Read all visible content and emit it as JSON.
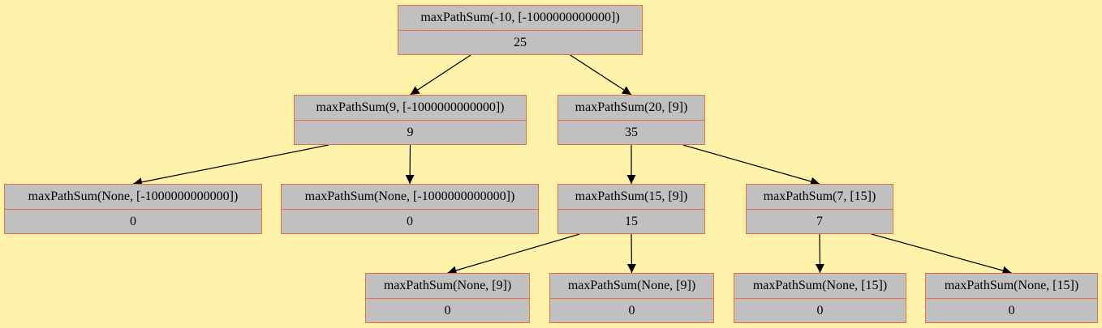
{
  "nodes": [
    {
      "id": "root",
      "label": "maxPathSum(-10, [-1000000000000])",
      "value": "25"
    },
    {
      "id": "n9",
      "label": "maxPathSum(9, [-1000000000000])",
      "value": "9"
    },
    {
      "id": "n20",
      "label": "maxPathSum(20, [9])",
      "value": "35"
    },
    {
      "id": "n9_left_none",
      "label": "maxPathSum(None, [-1000000000000])",
      "value": "0"
    },
    {
      "id": "n9_right_none",
      "label": "maxPathSum(None, [-1000000000000])",
      "value": "0"
    },
    {
      "id": "n15",
      "label": "maxPathSum(15, [9])",
      "value": "15"
    },
    {
      "id": "n7",
      "label": "maxPathSum(7, [15])",
      "value": "7"
    },
    {
      "id": "n15_left_none",
      "label": "maxPathSum(None, [9])",
      "value": "0"
    },
    {
      "id": "n15_right_none",
      "label": "maxPathSum(None, [9])",
      "value": "0"
    },
    {
      "id": "n7_left_none",
      "label": "maxPathSum(None, [15])",
      "value": "0"
    },
    {
      "id": "n7_right_none",
      "label": "maxPathSum(None, [15])",
      "value": "0"
    }
  ],
  "edges": [
    {
      "from": "root",
      "to": "n9"
    },
    {
      "from": "root",
      "to": "n20"
    },
    {
      "from": "n9",
      "to": "n9_left_none"
    },
    {
      "from": "n9",
      "to": "n9_right_none"
    },
    {
      "from": "n20",
      "to": "n15"
    },
    {
      "from": "n20",
      "to": "n7"
    },
    {
      "from": "n15",
      "to": "n15_left_none"
    },
    {
      "from": "n15",
      "to": "n15_right_none"
    },
    {
      "from": "n7",
      "to": "n7_left_none"
    },
    {
      "from": "n7",
      "to": "n7_right_none"
    }
  ],
  "colors": {
    "background": "#fff2aa",
    "node_fill": "#c0c0c0",
    "node_border": "#f06c3c",
    "edge": "#000000"
  }
}
